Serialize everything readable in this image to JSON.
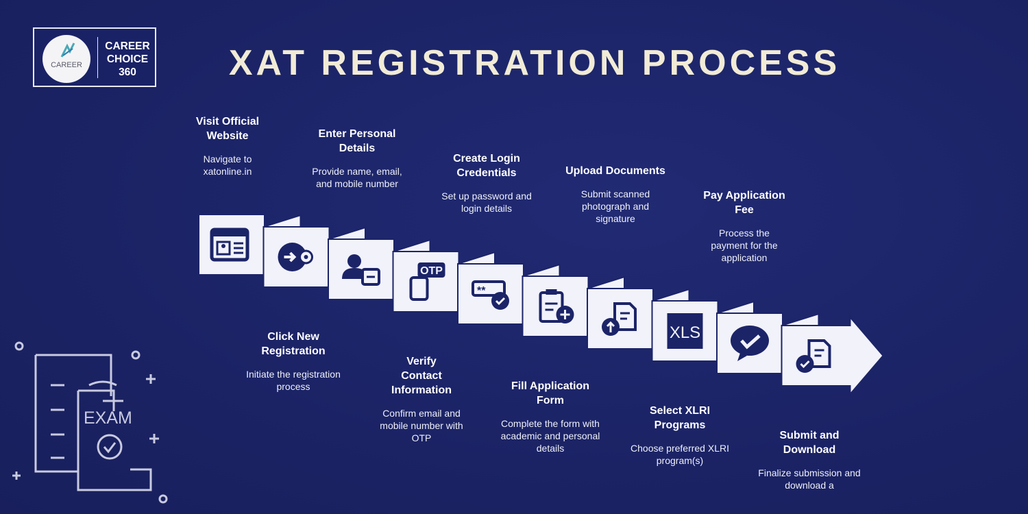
{
  "logo": {
    "circle_text": "CAREER",
    "lines": [
      "CAREER",
      "CHOICE",
      "360"
    ]
  },
  "title": "XAT REGISTRATION PROCESS",
  "colors": {
    "background": "#1c2468",
    "panel": "#f1f2fa",
    "icon": "#1c2468",
    "title": "#f1ebd6"
  },
  "steps": [
    {
      "title": "Visit Official Website",
      "desc": "Navigate to xatonline.in",
      "icon": "browser-profile-icon"
    },
    {
      "title": "Click New Registration",
      "desc": "Initiate the registration process",
      "icon": "arrow-login-icon"
    },
    {
      "title": "Enter Personal Details",
      "desc": "Provide name, email, and mobile number",
      "icon": "user-form-icon"
    },
    {
      "title": "Verify Contact Information",
      "desc": "Confirm email and mobile number with OTP",
      "icon": "otp-phone-icon"
    },
    {
      "title": "Create Login Credentials",
      "desc": "Set up password and login details",
      "icon": "password-check-icon"
    },
    {
      "title": "Fill Application Form",
      "desc": "Complete the form with academic and personal details",
      "icon": "clipboard-add-icon"
    },
    {
      "title": "Upload Documents",
      "desc": "Submit scanned photograph and signature",
      "icon": "document-upload-icon"
    },
    {
      "title": "Select XLRI Programs",
      "desc": "Choose preferred XLRI program(s)",
      "icon": "xls-icon"
    },
    {
      "title": "Pay Application Fee",
      "desc": "Process the payment for the application",
      "icon": "chat-check-icon"
    },
    {
      "title": "Submit and Download",
      "desc": "Finalize submission and download a",
      "icon": "document-check-icon"
    }
  ],
  "otp_label": "OTP",
  "xls_label": "XLS",
  "exam_label": "EXAM"
}
